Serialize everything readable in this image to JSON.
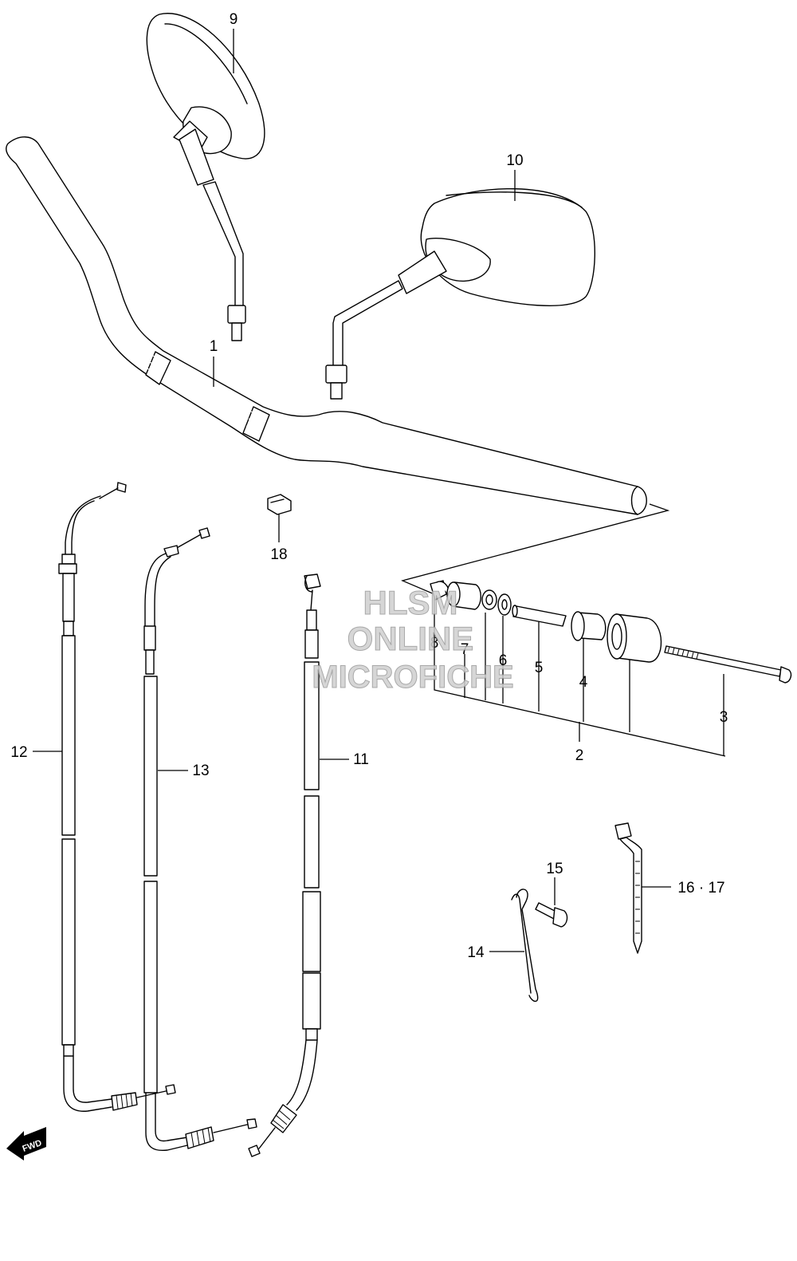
{
  "callouts": {
    "c1": "1",
    "c2": "2",
    "c3": "3",
    "c4": "4",
    "c5": "5",
    "c6": "6",
    "c7": "7",
    "c8": "8",
    "c9": "9",
    "c10": "10",
    "c11": "11",
    "c12": "12",
    "c13": "13",
    "c14": "14",
    "c15": "15",
    "c1617": "16 · 17",
    "c18": "18"
  },
  "watermark": {
    "line1": "HLSM",
    "line2": "ONLINE",
    "line3": "MICROFICHE"
  },
  "direction_marker": {
    "text": "FWD",
    "icon": "fwd-arrow-icon"
  },
  "colors": {
    "ink": "#000000",
    "paper": "#ffffff",
    "watermark": "#c8c8c8"
  }
}
